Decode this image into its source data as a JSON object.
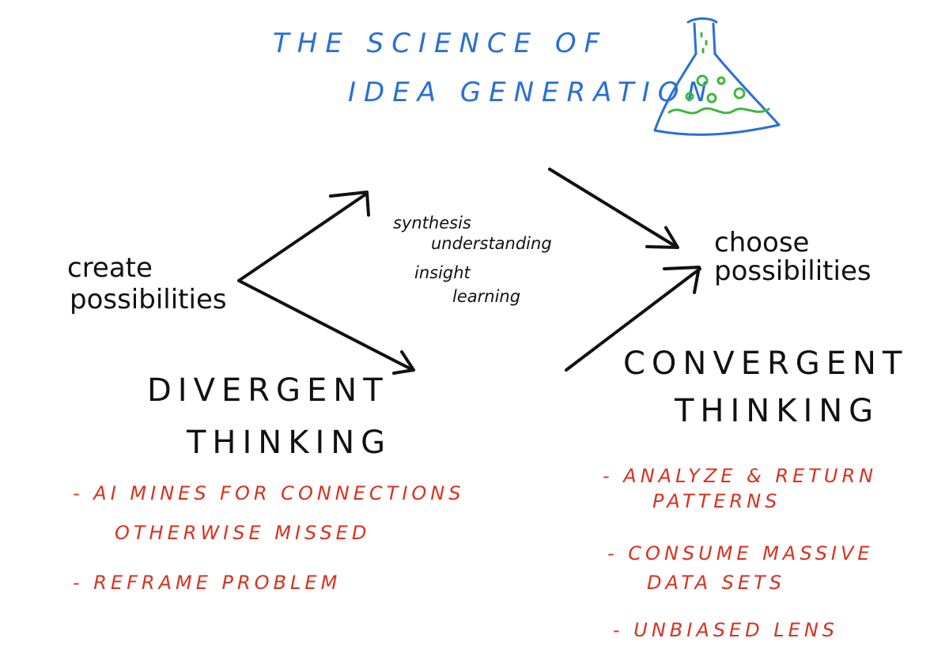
{
  "title": {
    "line1": "THE SCIENCE OF",
    "line2": "IDEA GENERATION"
  },
  "left": {
    "create": [
      "create",
      "possibilities"
    ],
    "heading": [
      "DIVERGENT",
      "THINKING"
    ],
    "bullets": [
      "- AI MINES FOR CONNECTIONS",
      "OTHERWISE MISSED",
      "- REFRAME PROBLEM"
    ]
  },
  "middle": {
    "words": [
      "synthesis",
      "understanding",
      "insight",
      "learning"
    ]
  },
  "right": {
    "choose": [
      "choose",
      "possibilities"
    ],
    "heading": [
      "CONVERGENT",
      "THINKING"
    ],
    "bullets": [
      "- ANALYZE & RETURN",
      "PATTERNS",
      "- CONSUME MASSIVE",
      "DATA SETS",
      "- UNBIASED LENS"
    ]
  },
  "colors": {
    "title": "#2a6fd6",
    "ink": "#111111",
    "bullets": "#d9311f",
    "flask_liquid": "#3cb83c"
  },
  "icons": [
    "flask-icon",
    "arrow-icon"
  ]
}
